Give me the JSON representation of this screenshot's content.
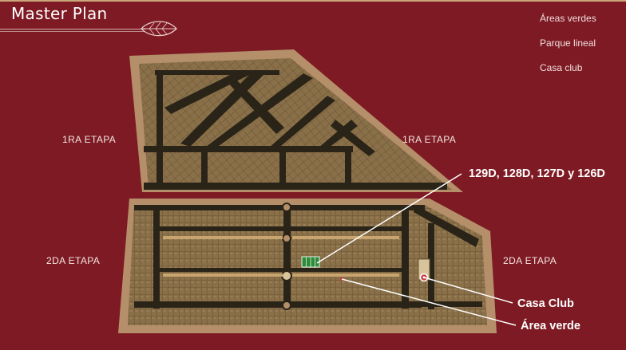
{
  "header": {
    "title": "Master Plan"
  },
  "legend": {
    "items": [
      "Áreas verdes",
      "Parque lineal",
      "Casa club"
    ]
  },
  "stages": {
    "first_left": "1RA ETAPA",
    "first_right": "1RA ETAPA",
    "second_left": "2DA ETAPA",
    "second_right": "2DA ETAPA"
  },
  "callouts": {
    "lots": "129D, 128D, 127D y 126D",
    "club": "Casa Club",
    "green": "Área verde"
  },
  "colors": {
    "background": "#7e1a23",
    "border": "#b48f6a",
    "lot": "#8a7049",
    "street": "#2a2418",
    "highlight": "#2e8b3a",
    "accent": "#c9a57a"
  },
  "icons": {
    "brand": "leaf-icon",
    "marker": "location-marker-icon"
  }
}
